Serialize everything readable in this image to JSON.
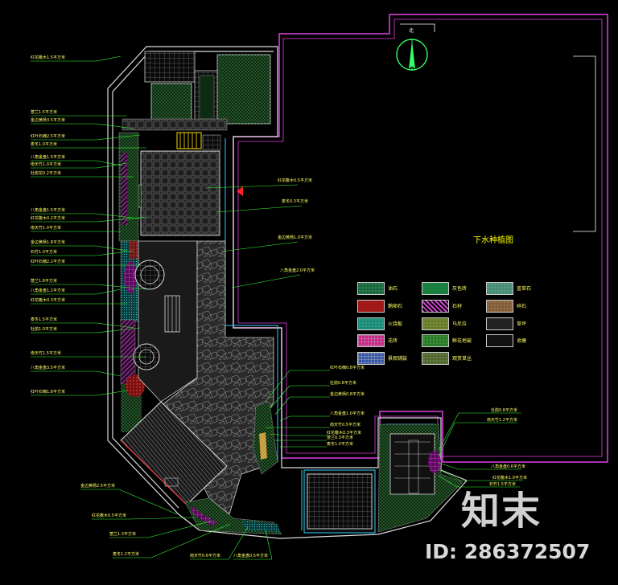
{
  "plan": {
    "title": "下水种植图",
    "north_label": "北"
  },
  "legend": [
    {
      "label": "油石",
      "color": "#1a6640",
      "pattern": "dots"
    },
    {
      "label": "灰色砖",
      "color": "#1a8040",
      "pattern": "cross"
    },
    {
      "label": "蓝草石",
      "color": "#4a8a7a",
      "pattern": "dense"
    },
    {
      "label": "鹅卵石",
      "color": "#a01a1a",
      "pattern": "solid"
    },
    {
      "label": "石材",
      "color": "#cc44cc",
      "pattern": "stripe"
    },
    {
      "label": "碎石",
      "color": "#8a5a3a",
      "pattern": "dots"
    },
    {
      "label": "火烧板",
      "color": "#1a8a7a",
      "pattern": "dense"
    },
    {
      "label": "马尼拉",
      "color": "#6a7a2a",
      "pattern": "dots"
    },
    {
      "label": "草坪",
      "color": "#222222",
      "pattern": "none"
    },
    {
      "label": "花砖",
      "color": "#cc2288",
      "pattern": "grid"
    },
    {
      "label": "鲜花地被",
      "color": "#2a7a2a",
      "pattern": "dense"
    },
    {
      "label": "池塘",
      "color": "#111111",
      "pattern": "none"
    },
    {
      "label": "景观铺装",
      "color": "#3355aa",
      "pattern": "grid"
    },
    {
      "label": "观赏草丛",
      "color": "#556633",
      "pattern": "dots"
    }
  ],
  "callouts_left": [
    "红花檵木1.5平方米",
    "葱兰1.5平方米",
    "金边黄杨3.5平方米",
    "红叶石楠2.5平方米",
    "麦冬1.0平方米",
    "八角金盘1.5平方米",
    "南天竹1.0平方米",
    "杜鹃花0.2平方米",
    "八角金盘1.5平方米",
    "红花檵木0.2平方米",
    "南天竹1.0平方米",
    "金边黄杨1.8平方米",
    "石竹1.0平方米",
    "红叶石楠2.2平方米",
    "葱兰1.8平方米",
    "八角金盘1.2平方米",
    "红花檵木0.3平方米",
    "麦冬1.5平方米",
    "杜鹃1.0平方米",
    "南天竹1.5平方米",
    "八角金盘3.5平方米",
    "红叶石楠1.8平方米"
  ],
  "callouts_bottom": [
    "金边黄杨2.5平方米",
    "红花檵木0.5平方米",
    "葱兰1.3平方米",
    "麦冬1.2平方米",
    "南天竹0.6平方米",
    "八角金盘0.5平方米"
  ],
  "callouts_center": [
    "红花檵木0.5平方米",
    "麦冬0.3平方米",
    "金边黄杨1.0平方米",
    "八角金盘2.0平方米"
  ],
  "callouts_right": [
    "红叶石楠0.8平方米",
    "杜鹃0.8平方米",
    "金边黄杨0.8平方米",
    "八角金盘1.0平方米",
    "南天竹0.5平方米",
    "红花檵木0.3平方米",
    "葱兰0.3平方米",
    "麦冬1.0平方米",
    "杜鹃0.8平方米",
    "南天竹1.2平方米",
    "八角金盘0.6平方米",
    "红花檵木1.0平方米",
    "石竹1.5平方米"
  ],
  "watermark": {
    "brand": "知末",
    "id_text": "ID: 286372507"
  },
  "colors": {
    "boundary": "#e040e0",
    "wall": "#ffffff",
    "leader": "#33ff33",
    "label": "#ffff66",
    "water": "#33ccff"
  }
}
